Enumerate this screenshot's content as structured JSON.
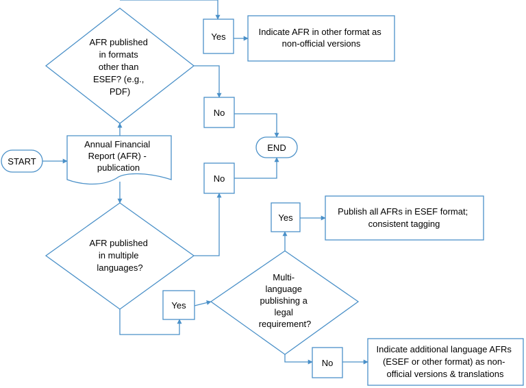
{
  "nodes": {
    "start": {
      "label": "START"
    },
    "afr_publication": {
      "lines": [
        "Annual Financial",
        "Report (AFR) -",
        "publication"
      ]
    },
    "q_other_formats": {
      "lines": [
        "AFR published",
        "in formats",
        "other than",
        "ESEF? (e.g.,",
        "PDF)"
      ]
    },
    "yes_other_formats": {
      "label": "Yes"
    },
    "indicate_other_format": {
      "lines": [
        "Indicate AFR in other format as",
        "non-official versions"
      ]
    },
    "no_other_formats": {
      "label": "No"
    },
    "end": {
      "label": "END"
    },
    "no_multi_lang": {
      "label": "No"
    },
    "q_multi_lang": {
      "lines": [
        "AFR published",
        "in multiple",
        "languages?"
      ]
    },
    "yes_multi_lang": {
      "label": "Yes"
    },
    "q_legal_req": {
      "lines": [
        "Multi-",
        "language",
        "publishing a",
        "legal",
        "requirement?"
      ]
    },
    "yes_legal_req": {
      "label": "Yes"
    },
    "publish_all_esef": {
      "lines": [
        "Publish all AFRs in ESEF format;",
        "consistent tagging"
      ]
    },
    "no_legal_req": {
      "label": "No"
    },
    "indicate_additional_lang": {
      "lines": [
        "Indicate additional language AFRs",
        "(ESEF or other format) as non-",
        "official versions & translations"
      ]
    }
  },
  "colors": {
    "stroke": "#4a90c8",
    "fill": "#ffffff",
    "text": "#000000"
  }
}
